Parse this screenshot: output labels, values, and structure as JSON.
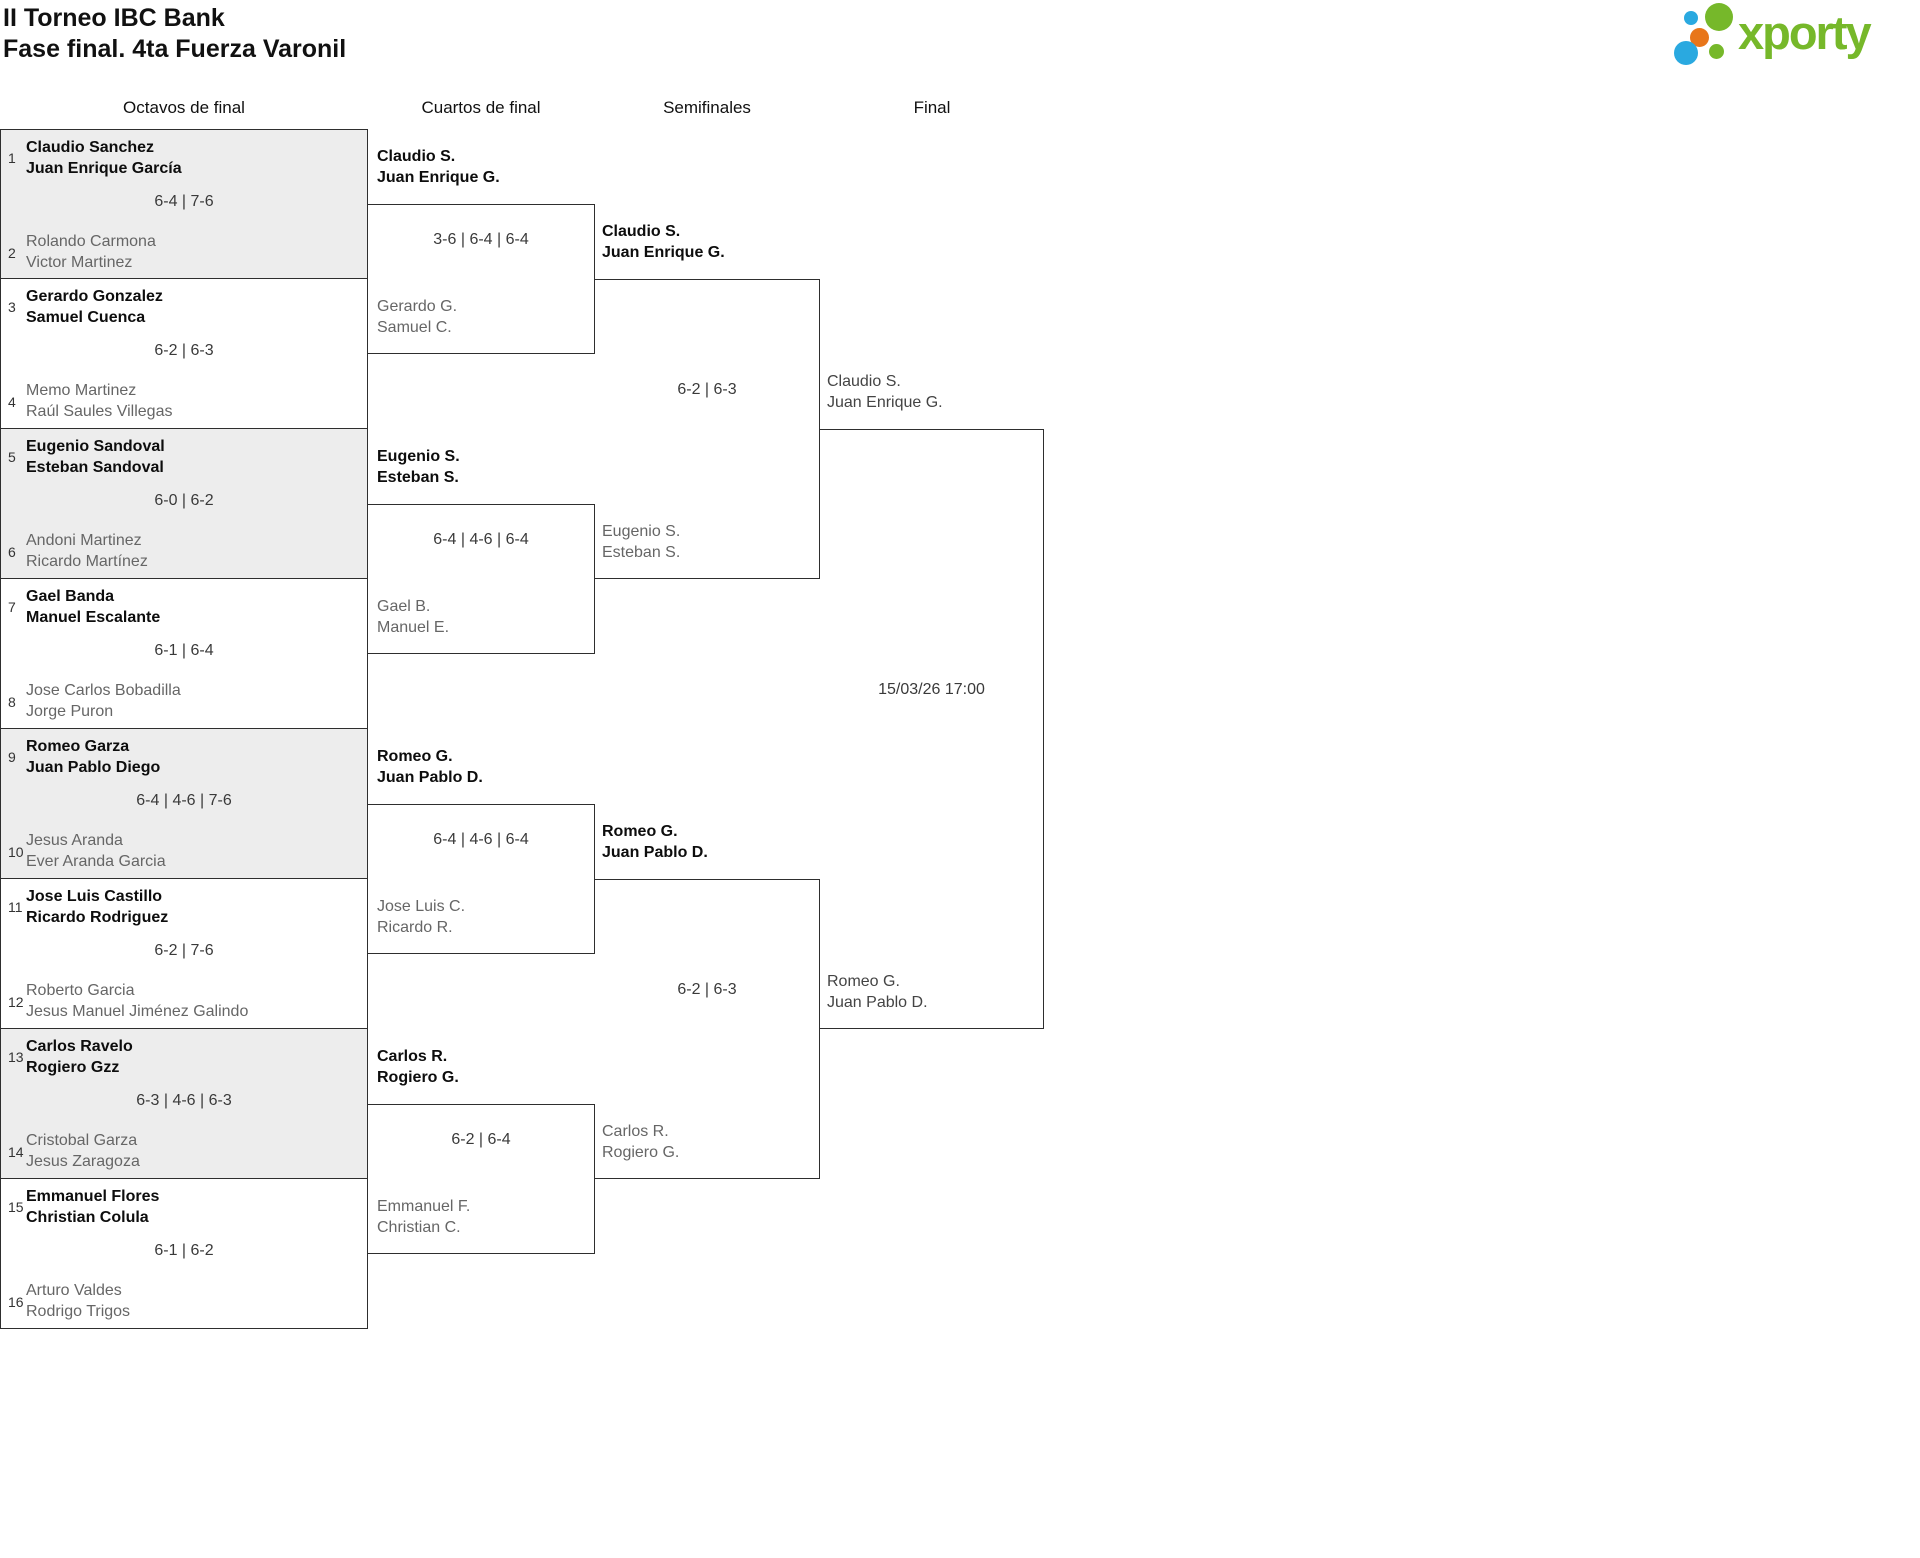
{
  "header": {
    "title_line1": "II Torneo IBC Bank",
    "title_line2": "Fase final. 4ta Fuerza Varonil",
    "logo_text": "xporty",
    "logo_colors": {
      "green": "#76b82a",
      "blue": "#2aa9e0",
      "orange": "#e8761a"
    }
  },
  "round_headers": [
    "Octavos de final",
    "Cuartos de final",
    "Semifinales",
    "Final"
  ],
  "bracket": {
    "octavos": [
      {
        "seed1": "1",
        "team1": [
          "Claudio Sanchez",
          "Juan Enrique García"
        ],
        "score": "6-4 | 7-6",
        "seed2": "2",
        "team2": [
          "Rolando Carmona",
          "Victor Martinez"
        ],
        "winner": "team1"
      },
      {
        "seed1": "3",
        "team1": [
          "Gerardo Gonzalez",
          "Samuel Cuenca"
        ],
        "score": "6-2 | 6-3",
        "seed2": "4",
        "team2": [
          "Memo Martinez",
          "Raúl Saules Villegas"
        ],
        "winner": "team1"
      },
      {
        "seed1": "5",
        "team1": [
          "Eugenio Sandoval",
          "Esteban Sandoval"
        ],
        "score": "6-0 | 6-2",
        "seed2": "6",
        "team2": [
          "Andoni Martinez",
          "Ricardo Martínez"
        ],
        "winner": "team1"
      },
      {
        "seed1": "7",
        "team1": [
          "Gael Banda",
          "Manuel Escalante"
        ],
        "score": "6-1 | 6-4",
        "seed2": "8",
        "team2": [
          "Jose Carlos Bobadilla",
          "Jorge Puron"
        ],
        "winner": "team1"
      },
      {
        "seed1": "9",
        "team1": [
          "Romeo Garza",
          "Juan Pablo Diego"
        ],
        "score": "6-4 | 4-6 | 7-6",
        "seed2": "10",
        "team2": [
          "Jesus Aranda",
          "Ever Aranda Garcia"
        ],
        "winner": "team1"
      },
      {
        "seed1": "11",
        "team1": [
          "Jose Luis Castillo",
          "Ricardo Rodriguez"
        ],
        "score": "6-2 | 7-6",
        "seed2": "12",
        "team2": [
          "Roberto Garcia",
          "Jesus Manuel Jiménez Galindo"
        ],
        "winner": "team1"
      },
      {
        "seed1": "13",
        "team1": [
          "Carlos Ravelo",
          "Rogiero Gzz"
        ],
        "score": "6-3 | 4-6 | 6-3",
        "seed2": "14",
        "team2": [
          "Cristobal Garza",
          "Jesus Zaragoza"
        ],
        "winner": "team1"
      },
      {
        "seed1": "15",
        "team1": [
          "Emmanuel Flores",
          "Christian Colula"
        ],
        "score": "6-1 | 6-2",
        "seed2": "16",
        "team2": [
          "Arturo Valdes",
          "Rodrigo Trigos"
        ],
        "winner": "team1"
      }
    ],
    "cuartos": [
      {
        "team1": [
          "Claudio S.",
          "Juan Enrique G."
        ],
        "score": "3-6 | 6-4 | 6-4",
        "team2": [
          "Gerardo G.",
          "Samuel C."
        ],
        "winner": "team1"
      },
      {
        "team1": [
          "Eugenio S.",
          "Esteban S."
        ],
        "score": "6-4 | 4-6 | 6-4",
        "team2": [
          "Gael B.",
          "Manuel E."
        ],
        "winner": "team1"
      },
      {
        "team1": [
          "Romeo G.",
          "Juan Pablo D."
        ],
        "score": "6-4 | 4-6 | 6-4",
        "team2": [
          "Jose Luis C.",
          "Ricardo R."
        ],
        "winner": "team1"
      },
      {
        "team1": [
          "Carlos R.",
          "Rogiero G."
        ],
        "score": "6-2 | 6-4",
        "team2": [
          "Emmanuel F.",
          "Christian C."
        ],
        "winner": "team1"
      }
    ],
    "semifinales": [
      {
        "team1": [
          "Claudio S.",
          "Juan Enrique G."
        ],
        "score": "6-2 | 6-3",
        "team2": [
          "Eugenio S.",
          "Esteban S."
        ],
        "winner": "team1"
      },
      {
        "team1": [
          "Romeo G.",
          "Juan Pablo D."
        ],
        "score": "6-2 | 6-3",
        "team2": [
          "Carlos R.",
          "Rogiero G."
        ],
        "winner": "team1"
      }
    ],
    "final": {
      "team1": [
        "Claudio S.",
        "Juan Enrique G."
      ],
      "scheduled": "15/03/26 17:00",
      "team2": [
        "Romeo G.",
        "Juan Pablo D."
      ]
    }
  }
}
